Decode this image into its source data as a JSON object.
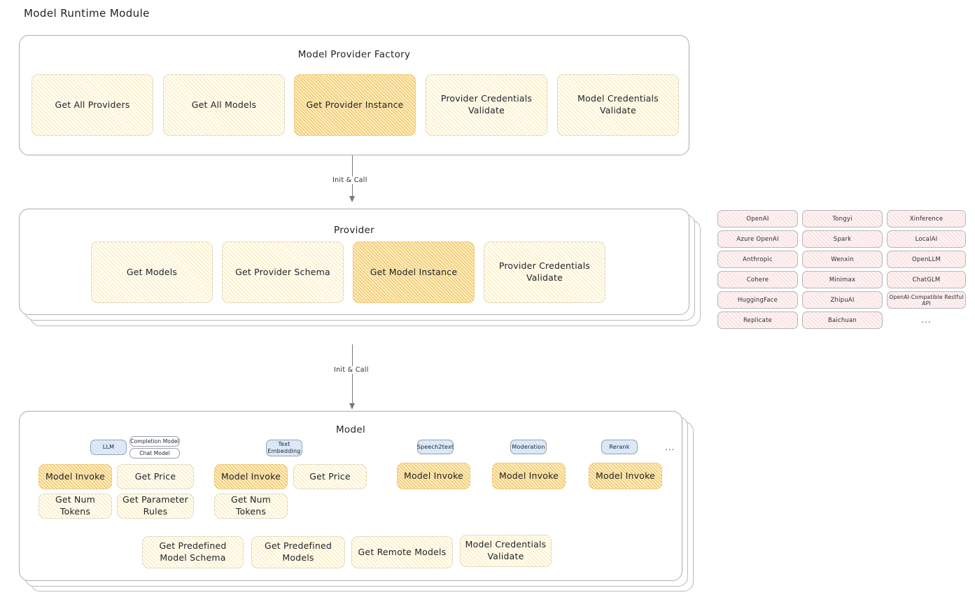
{
  "page": {
    "title": "Model Runtime Module"
  },
  "factory": {
    "title": "Model Provider Factory",
    "nodes": [
      {
        "label": "Get All Providers",
        "highlight": false
      },
      {
        "label": "Get All Models",
        "highlight": false
      },
      {
        "label": "Get Provider Instance",
        "highlight": true
      },
      {
        "label": "Provider Credentials Validate",
        "highlight": false
      },
      {
        "label": "Model Credentials Validate",
        "highlight": false
      }
    ]
  },
  "arrows": [
    {
      "label": "Init & Call"
    },
    {
      "label": "Init & Call"
    }
  ],
  "provider": {
    "title": "Provider",
    "nodes": [
      {
        "label": "Get Models",
        "highlight": false
      },
      {
        "label": "Get Provider Schema",
        "highlight": false
      },
      {
        "label": "Get Model Instance",
        "highlight": true
      },
      {
        "label": "Provider Credentials Validate",
        "highlight": false
      }
    ]
  },
  "provider_list": {
    "columns": [
      {
        "items": [
          "OpenAI",
          "Azure OpenAI",
          "Anthropic",
          "Cohere",
          "HuggingFace",
          "Replicate"
        ]
      },
      {
        "items": [
          "Tongyi",
          "Spark",
          "Wenxin",
          "Minimax",
          "ZhipuAI",
          "Baichuan"
        ]
      },
      {
        "items": [
          "Xinference",
          "LocalAI",
          "OpenLLM",
          "ChatGLM",
          "OpenAI-Compatible Restful API"
        ]
      }
    ],
    "more": "..."
  },
  "model": {
    "title": "Model",
    "more": "...",
    "types": [
      {
        "badge": "LLM",
        "subchips": [
          "Completion Model",
          "Chat Model"
        ],
        "methods_row1": [
          {
            "label": "Model Invoke",
            "highlight": true
          },
          {
            "label": "Get Price",
            "highlight": false
          }
        ],
        "methods_row2": [
          {
            "label": "Get Num Tokens",
            "highlight": false
          },
          {
            "label": "Get Parameter Rules",
            "highlight": false
          }
        ]
      },
      {
        "badge": "Text Embedding",
        "subchips": [],
        "methods_row1": [
          {
            "label": "Model Invoke",
            "highlight": true
          },
          {
            "label": "Get Price",
            "highlight": false
          }
        ],
        "methods_row2": [
          {
            "label": "Get Num Tokens",
            "highlight": false
          }
        ]
      },
      {
        "badge": "Speech2text",
        "subchips": [],
        "methods_row1": [
          {
            "label": "Model Invoke",
            "highlight": true
          }
        ],
        "methods_row2": []
      },
      {
        "badge": "Moderation",
        "subchips": [],
        "methods_row1": [
          {
            "label": "Model Invoke",
            "highlight": true
          }
        ],
        "methods_row2": []
      },
      {
        "badge": "Rerank",
        "subchips": [],
        "methods_row1": [
          {
            "label": "Model Invoke",
            "highlight": true
          }
        ],
        "methods_row2": []
      }
    ],
    "shared_methods": [
      {
        "label": "Get Predefined Model Schema"
      },
      {
        "label": "Get Predefined Models"
      },
      {
        "label": "Get Remote Models"
      },
      {
        "label": "Model Credentials Validate"
      }
    ]
  },
  "colors": {
    "node_fill": "#fffdf3",
    "node_hatch": "#f6ca5c",
    "node_highlight_fill": "#fdeec4",
    "node_highlight_hatch": "#ebaa28",
    "chip_fill": "#fdf2f2",
    "badge_fill": "#e0edfa",
    "panel_border": "#adaeb3",
    "arrow": "#75787e"
  }
}
